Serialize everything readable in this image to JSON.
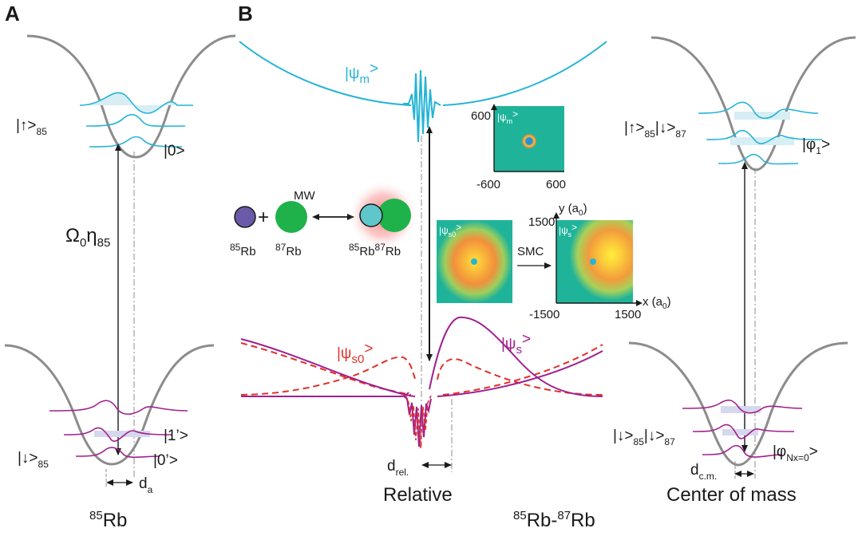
{
  "panels": {
    "a": "A",
    "b": "B"
  },
  "panel_a": {
    "up_state": "|↑>",
    "up_sub": "85",
    "state_0": "|0>",
    "omega": "Ω",
    "omega_sub": "0",
    "eta": "η",
    "eta_sub": "85",
    "state_1p": "|1’>",
    "state_0p": "|0’>",
    "down_state": "|↓>",
    "down_sub": "85",
    "d": "d",
    "d_sub": "a",
    "species_sup": "85",
    "species": "Rb"
  },
  "panel_b": {
    "psi_m_pre": "|ψ",
    "psi_m_sub": "m",
    "psi_m_post": ">",
    "mw": "MW",
    "plus": "+",
    "rb85_sup": "85",
    "rb85": "Rb",
    "rb87_sup": "87",
    "rb87": "Rb",
    "mol_sup1": "85",
    "mol_mid": "Rb",
    "mol_sup2": "87",
    "mol_end": "Rb",
    "inset_m": {
      "label": "|ψ",
      "sub": "m",
      "post": ">",
      "ytick": "600",
      "xtick_left": "-600",
      "xtick_right": "600"
    },
    "inset_s0": {
      "label": "|ψ",
      "sub": "s0",
      "post": ">"
    },
    "inset_s": {
      "label": "|ψ",
      "sub": "s",
      "post": ">",
      "ytick": "1500",
      "xtick_left": "-1500",
      "xtick_right": "1500"
    },
    "smc": "SMC",
    "y_axis": "y (a",
    "y_axis_sub": "0",
    "y_axis_end": ")",
    "x_axis": "x (a",
    "x_axis_sub": "0",
    "x_axis_end": ")",
    "psi_s0_pre": "|ψ",
    "psi_s0_sub": "s0",
    "psi_s0_post": ">",
    "psi_s_pre": "|ψ",
    "psi_s_sub": "s",
    "psi_s_post": ">",
    "d": "d",
    "d_sub": "rel.",
    "relative": "Relative",
    "bottom_sup1": "85",
    "bottom_mid": "Rb-",
    "bottom_sup2": "87",
    "bottom_end": "Rb"
  },
  "panel_c": {
    "top_state": "|↑>",
    "top_sub1": "85",
    "top_mid": "|↓>",
    "top_sub2": "87",
    "phi1": "|φ",
    "phi1_sub": "1",
    "phi1_post": ">",
    "bot_state": "|↓>",
    "bot_sub1": "85",
    "bot_mid": "|↓>",
    "bot_sub2": "87",
    "phi0": "|φ",
    "phi0_sub": "Nx=0",
    "phi0_post": ">",
    "d": "d",
    "d_sub": "c.m.",
    "center": "Center of mass"
  },
  "colors": {
    "trap": "#8c8c8c",
    "cyan": "#25b4d6",
    "magenta": "#a0208e",
    "red": "#e2302a",
    "rb85": "#6b5aa8",
    "rb87": "#1fb24a",
    "mol_rb85": "#5fc7cc",
    "glow": "#f04a4a",
    "teal_bg": "#1fb39a",
    "light_fill_cyan": "#d6eef4",
    "light_fill_mag": "#d6d8ee"
  }
}
